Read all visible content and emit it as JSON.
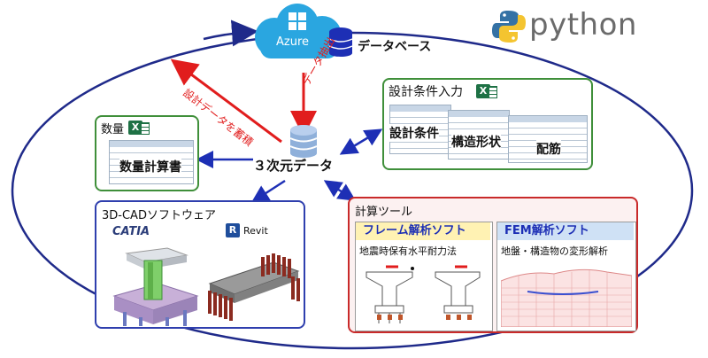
{
  "cloud": {
    "label": "Azure",
    "database_label": "データベース"
  },
  "python_label": "python",
  "arrows": {
    "store_label": "設計データを蓄積",
    "extract_label": "データ抽出"
  },
  "center": {
    "label": "３次元データ"
  },
  "quantity": {
    "title": "数量",
    "sheet_label": "数量計算書"
  },
  "design_input": {
    "title": "設計条件入力",
    "sheet_labels": [
      "設計条件",
      "構造形状",
      "配筋"
    ]
  },
  "cad": {
    "title": "3D-CADソフトウェア",
    "catia_label": "CATIA",
    "revit_label": "Revit"
  },
  "calc": {
    "title": "計算ツール",
    "frame": {
      "header": "フレーム解析ソフト",
      "caption": "地震時保有水平耐力法"
    },
    "fem": {
      "header": "FEM解析ソフト",
      "caption": "地盤・構造物の変形解析"
    }
  },
  "colors": {
    "ellipse": "#1f2a8a",
    "green_border": "#3f8f3a",
    "blue_border": "#2f3fae",
    "red_border": "#c92a2a",
    "red_arrow": "#e11d1d",
    "blue_arrow": "#1d2fb5",
    "azure_blue": "#2aa6e0",
    "frame_header_bg": "#fff2b3",
    "fem_header_bg": "#cfe1f5"
  }
}
